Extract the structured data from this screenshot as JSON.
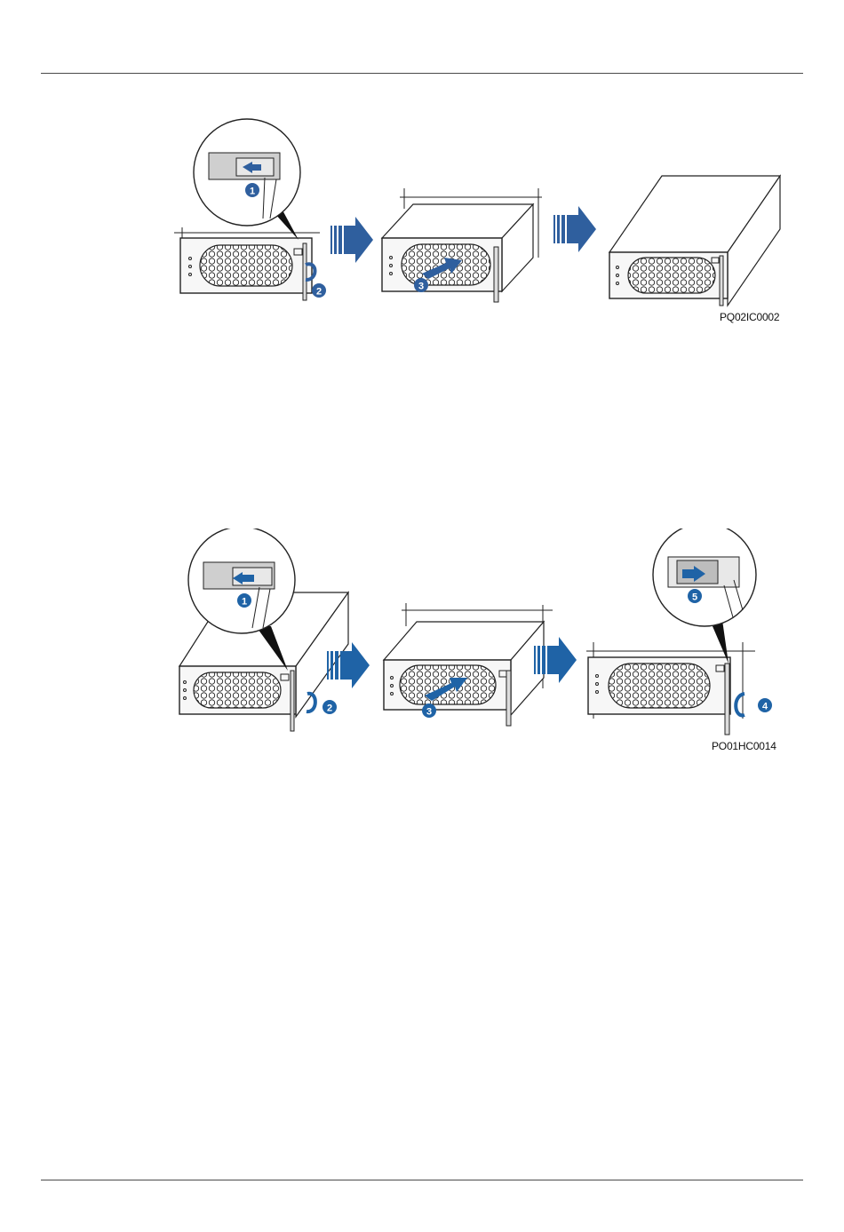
{
  "colors": {
    "arrow": "#2f5f9e",
    "arrow_bright": "#1f63a6",
    "line": "#1a1a1a",
    "panel": "#f7f7f7"
  },
  "figure_1": {
    "code": "PQ02IC0002",
    "steps": [
      "1",
      "2",
      "3"
    ]
  },
  "figure_2": {
    "code": "PO01HC0014",
    "steps": [
      "1",
      "2",
      "3",
      "4",
      "5"
    ]
  }
}
